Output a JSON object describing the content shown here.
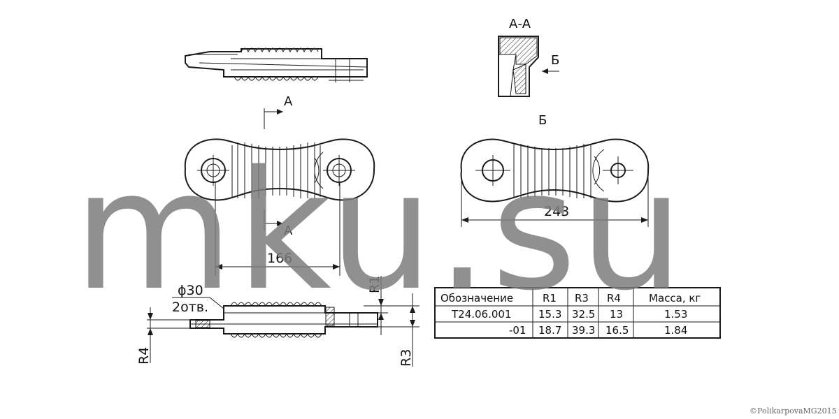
{
  "labels": {
    "section_aa": "А-А",
    "view_b": "Б",
    "arrow_b": "Б",
    "cut_a_top": "A",
    "cut_a_bottom": "A"
  },
  "dimensions": {
    "width_166": "166",
    "width_243": "243",
    "dia_30": "ϕ30",
    "holes": "2отв.",
    "r1": "R1",
    "r3": "R3",
    "r4": "R4"
  },
  "table": {
    "headers": [
      "Обозначение",
      "R1",
      "R3",
      "R4",
      "Масса, кг"
    ],
    "rows": [
      [
        "Т24.06.001",
        "15.3",
        "32.5",
        "13",
        "1.53"
      ],
      [
        "-01",
        "18.7",
        "39.3",
        "16.5",
        "1.84"
      ]
    ]
  },
  "watermark": "mku.su",
  "copyright": "©PolikarpovaMG2015"
}
